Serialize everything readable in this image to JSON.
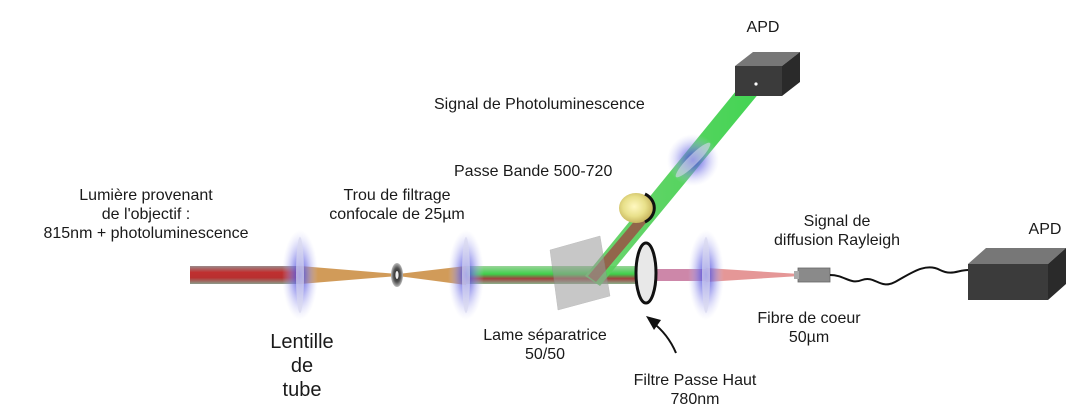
{
  "labels": {
    "apd_top": "APD",
    "apd_right": "APD",
    "photolum_signal": "Signal de Photoluminescence",
    "bandpass": "Passe Bande 500-720",
    "input_line1": "Lumière provenant",
    "input_line2": "de l'objectif :",
    "input_line3": "815nm + photoluminescence",
    "pinhole_line1": "Trou de filtrage",
    "pinhole_line2": "confocale de 25µm",
    "rayleigh_line1": "Signal de",
    "rayleigh_line2": "diffusion Rayleigh",
    "tube_lens_line1": "Lentille",
    "tube_lens_line2": "de",
    "tube_lens_line3": "tube",
    "beamsplitter_line1": "Lame séparatrice",
    "beamsplitter_line2": "50/50",
    "fiber_line1": "Fibre de coeur",
    "fiber_line2": "50µm",
    "highpass_line1": "Filtre Passe Haut",
    "highpass_line2": "780nm"
  },
  "colors": {
    "red_beam": "#b53a3a",
    "green_beam": "#3fcf4a",
    "lens_blue": "#4a4fd8",
    "orange_focus": "#c98a3c",
    "box_dark": "#3b3b3b"
  }
}
